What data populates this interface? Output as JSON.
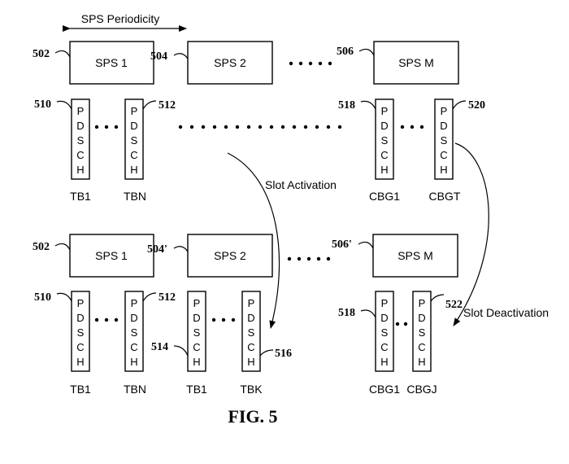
{
  "figure": {
    "caption": "FIG. 5",
    "periodicity_label": "SPS Periodicity",
    "slot_activation_label": "Slot Activation",
    "slot_deactivation_label": "Slot Deactivation",
    "pdsch_letters": [
      "P",
      "D",
      "S",
      "C",
      "H"
    ],
    "top": {
      "sps": [
        {
          "label": "SPS 1",
          "ref": "502"
        },
        {
          "label": "SPS 2",
          "ref": "504"
        },
        {
          "label": "SPS M",
          "ref": "506"
        }
      ],
      "pdsch": [
        {
          "label": "TB1",
          "ref": "510"
        },
        {
          "label": "TBN",
          "ref": "512"
        },
        {
          "label": "CBG1",
          "ref": "518"
        },
        {
          "label": "CBGT",
          "ref": "520"
        }
      ]
    },
    "bottom": {
      "sps": [
        {
          "label": "SPS 1",
          "ref": "502"
        },
        {
          "label": "SPS 2",
          "ref": "504'"
        },
        {
          "label": "SPS M",
          "ref": "506'"
        }
      ],
      "pdsch": [
        {
          "label": "TB1",
          "ref": "510"
        },
        {
          "label": "TBN",
          "ref": "512"
        },
        {
          "label": "TB1",
          "ref": "514"
        },
        {
          "label": "TBK",
          "ref": "516"
        },
        {
          "label": "CBG1",
          "ref": "518"
        },
        {
          "label": "CBGJ",
          "ref": "522"
        }
      ]
    }
  }
}
